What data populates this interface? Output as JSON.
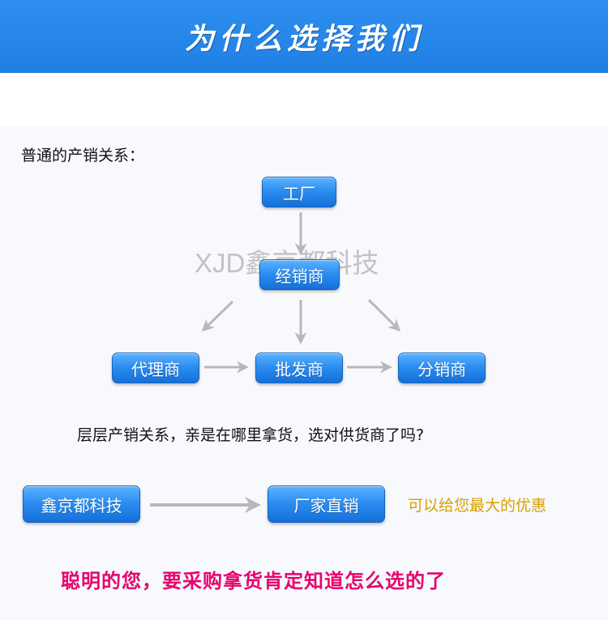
{
  "header": {
    "title": "为什么选择我们"
  },
  "intro": {
    "label": "普通的产销关系："
  },
  "nodes": {
    "factory": "工厂",
    "distributor": "经销商",
    "agent": "代理商",
    "wholesaler": "批发商",
    "subdistributor": "分销商",
    "company": "鑫京都科技",
    "direct_sales": "厂家直销"
  },
  "watermark": "XJD鑫京都科技",
  "question": "层层产销关系，亲是在哪里拿货，选对供货商了吗?",
  "benefit": "可以给您最大的优惠",
  "bottom_line": "聪明的您，要采购拿货肯定知道怎么选的了",
  "colors": {
    "header": "#2f8ff0",
    "node": "#2a8cf0",
    "arrow": "#b8b8b8",
    "benefit": "#d9a000",
    "emphasis": "#e8006e"
  }
}
